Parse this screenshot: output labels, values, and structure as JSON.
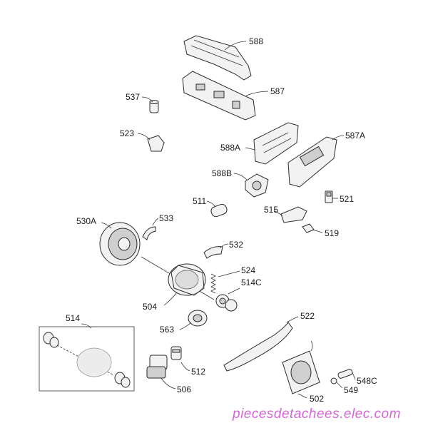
{
  "diagram": {
    "labels": {
      "p588": "588",
      "p587": "587",
      "p537": "537",
      "p523": "523",
      "p588A": "588A",
      "p587A": "587A",
      "p588B": "588B",
      "p511": "511",
      "p521": "521",
      "p515": "515",
      "p519": "519",
      "p530A": "530A",
      "p533": "533",
      "p532": "532",
      "p524": "524",
      "p514C": "514C",
      "p504": "504",
      "p514": "514",
      "p563": "563",
      "p522": "522",
      "p512": "512",
      "p506": "506",
      "p502": "502",
      "p548C": "548C",
      "p549": "549"
    },
    "watermark": "piecesdetachees.elec.com"
  }
}
